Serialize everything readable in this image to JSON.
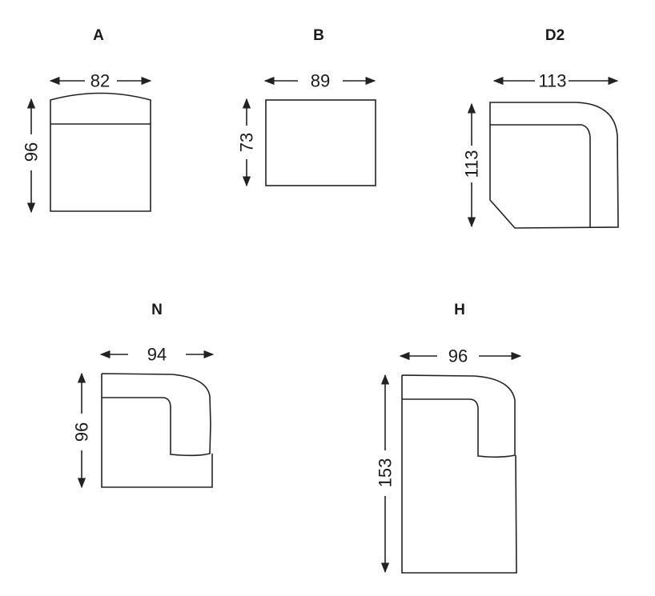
{
  "modules": [
    {
      "id": "A",
      "width": "82",
      "depth": "96"
    },
    {
      "id": "B",
      "width": "89",
      "depth": "73"
    },
    {
      "id": "D2",
      "width": "113",
      "depth": "113"
    },
    {
      "id": "N",
      "width": "94",
      "depth": "96"
    },
    {
      "id": "H",
      "width": "96",
      "depth": "153"
    }
  ],
  "colors": {
    "line": "#222222",
    "background": "#ffffff"
  }
}
